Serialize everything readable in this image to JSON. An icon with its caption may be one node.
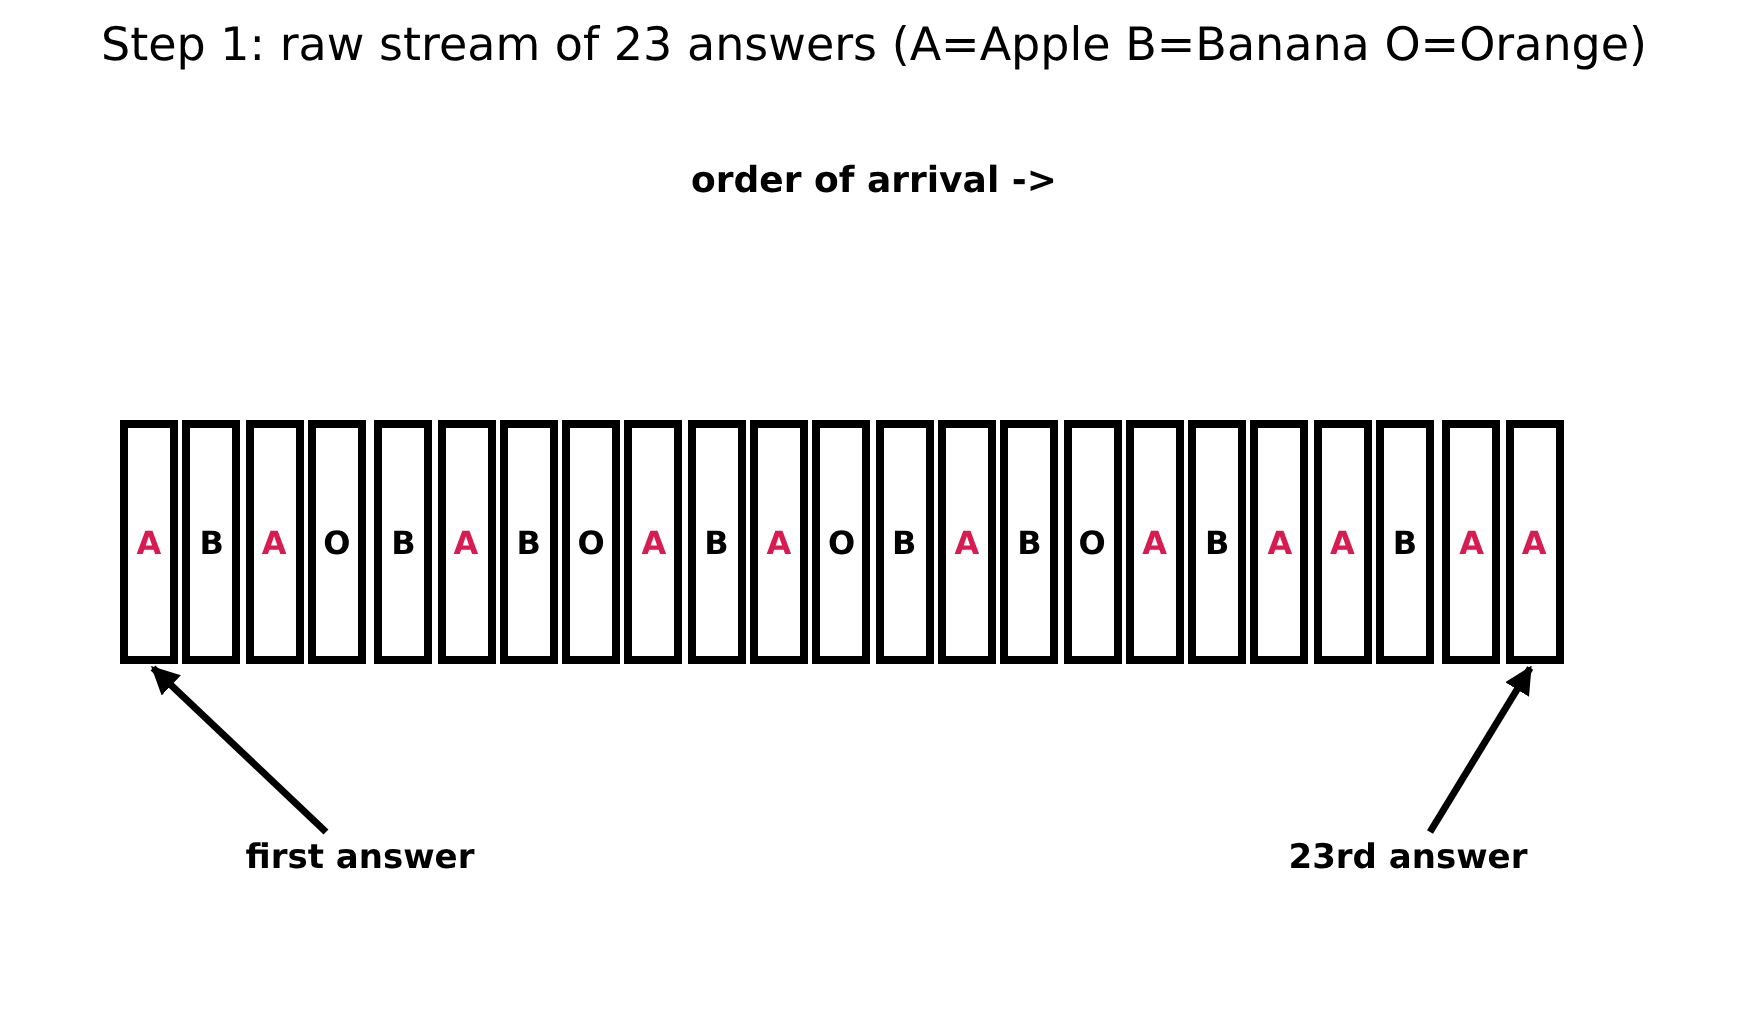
{
  "diagram": {
    "title": "Step 1: raw stream of 23 answers (A=Apple B=Banana O=Orange)",
    "nodes": [
      {
        "text": [
          "A"
        ]
      },
      {
        "text": [
          "B"
        ]
      },
      {
        "text": [
          "A"
        ]
      },
      {
        "text": [
          "O"
        ]
      },
      {
        "text": [
          "B"
        ]
      },
      {
        "text": [
          "A"
        ]
      },
      {
        "text": [
          "B"
        ]
      },
      {
        "text": [
          "O"
        ]
      },
      {
        "text": [
          "A"
        ]
      },
      {
        "text": [
          "B"
        ]
      },
      {
        "text": [
          "A"
        ]
      },
      {
        "text": [
          "O"
        ]
      },
      {
        "text": [
          "B"
        ]
      },
      {
        "text": [
          "A"
        ]
      },
      {
        "text": [
          "B"
        ]
      },
      {
        "text": [
          "O"
        ]
      },
      {
        "text": [
          "A"
        ]
      },
      {
        "text": [
          "B"
        ]
      },
      {
        "text": [
          "A"
        ]
      },
      {
        "text": [
          "A"
        ]
      },
      {
        "text": [
          "B"
        ]
      },
      {
        "text": [
          "A"
        ]
      },
      {
        "text": [
          "A"
        ]
      },
      {
        "text": [
          "first answer"
        ]
      },
      {
        "text": [
          "23rd answer"
        ]
      }
    ],
    "edges": [
      {
        "from": 23,
        "to": 0,
        "arrow": "to"
      },
      {
        "from": 24,
        "to": 22,
        "arrow": "to"
      }
    ],
    "labels": [
      "order of arrival ->"
    ]
  }
}
